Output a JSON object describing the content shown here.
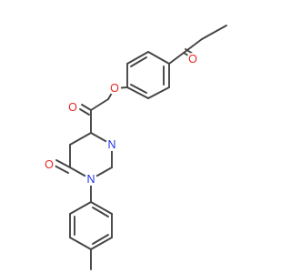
{
  "colors": {
    "bond": "#444444",
    "oxygen": "#e8251f",
    "nitrogen": "#2130e6",
    "background": "#ffffff"
  },
  "atoms": {
    "o_ketone": "O",
    "o_ether": "O",
    "o_amide_acyl": "O",
    "n_acyl": "N",
    "o_lactam": "O",
    "n_aryl": "N"
  }
}
